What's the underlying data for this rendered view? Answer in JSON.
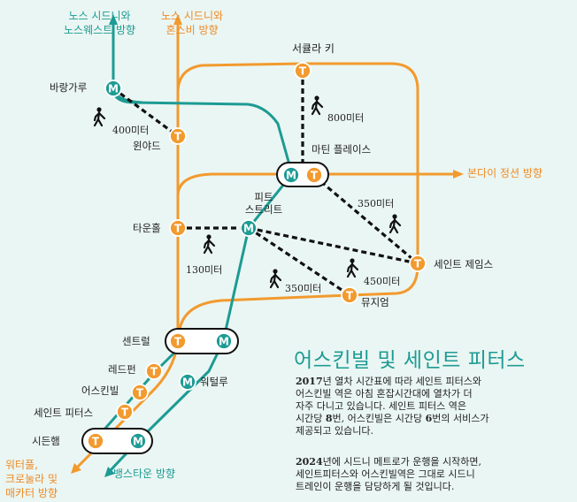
{
  "colors": {
    "orange_line": "#f29a2e",
    "teal_line": "#1d9b94",
    "walk_link": "#111111",
    "background": "#eaf6f3",
    "title": "#1d9b94"
  },
  "icons": {
    "trains": "train-t-icon",
    "metro": "metro-m-icon",
    "walking": "walking-person-icon"
  },
  "directions": {
    "north_north_west": "노스 시드니와\n노스웨스트 방향",
    "north_hornsby": "노스 시드니와\n혼스비 방향",
    "east_bondi": "본다이 정션 방향",
    "south_bankstown": "뱅스타운 방향",
    "south_west": "워터풀,\n크로눌라 및\n매카터 방향"
  },
  "stations": {
    "circular_quay": "서큘라 키",
    "barangaroo": "바랑가루",
    "wynyard": "윈야드",
    "martin_place": "마틴 플레이스",
    "pitt_street": "피트\n스트리트",
    "town_hall": "타운홀",
    "st_james": "세인트 제임스",
    "museum": "뮤지엄",
    "central": "센트럴",
    "redfern": "레드펀",
    "waterloo": "워털루",
    "erskineville": "어스킨빌",
    "st_peters": "세인트 피터스",
    "sydenham": "시든햄"
  },
  "distances": {
    "barangaroo_wynyard": "400미터",
    "circular_quay_martin": "800미터",
    "martin_st_james": "350미터",
    "town_hall_pitt": "130미터",
    "pitt_museum": "350미터",
    "pitt_st_james": "450미터"
  },
  "article": {
    "title": "어스킨빌 및 세인트 피터스",
    "p1": [
      {
        "text": "2017",
        "bold": true
      },
      {
        "text": "년 열차 시간표에 따라 세인트 피터스와\n어스킨빌 역은 아침 혼잡시간대에 열차가 더\n자주 다니고 있습니다. 세인트 피터스 역은\n시간당 ",
        "bold": false
      },
      {
        "text": "8",
        "bold": true
      },
      {
        "text": "번, 어스킨빌은 시간당 ",
        "bold": false
      },
      {
        "text": "6",
        "bold": true
      },
      {
        "text": "번의 서비스가\n제공되고 있습니다.",
        "bold": false
      }
    ],
    "p2": [
      {
        "text": "2024",
        "bold": true
      },
      {
        "text": "년에 시드니 메트로가 운행을 시작하면,\n세인트피터스와 어스킨빌역은 그대로 시드니\n트레인이 운행을 담당하게 될 것입니다.",
        "bold": false
      }
    ]
  }
}
